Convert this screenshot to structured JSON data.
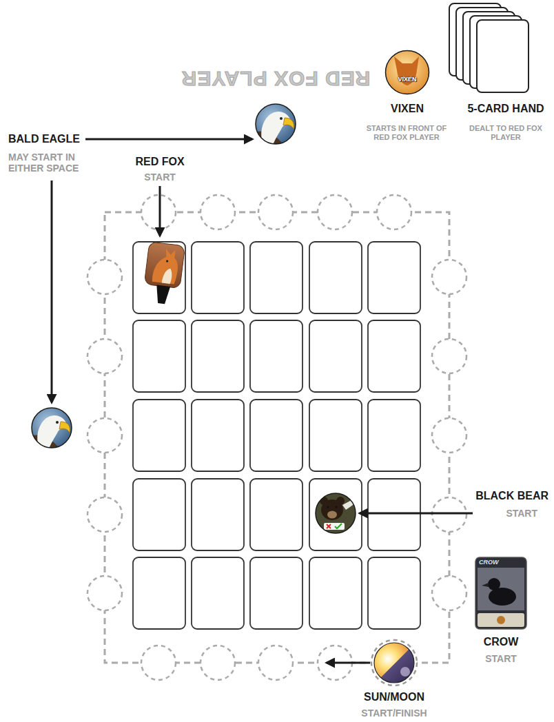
{
  "diagram": {
    "nodes": [
      {
        "text": [
          "VIXEN"
        ]
      },
      {
        "text": [
          "CROW"
        ]
      }
    ],
    "labels": [
      "RED FOX PLAYER",
      "VIXEN",
      "STARTS IN FRONT OF RED FOX PLAYER",
      "5-CARD HAND",
      "DEALT TO RED FOX PLAYER",
      "BALD EAGLE",
      "MAY START IN EITHER SPACE",
      "RED FOX",
      "START",
      "BLACK BEAR",
      "START",
      "CROW",
      "START",
      "SUN/MOON",
      "START/FINISH"
    ]
  }
}
